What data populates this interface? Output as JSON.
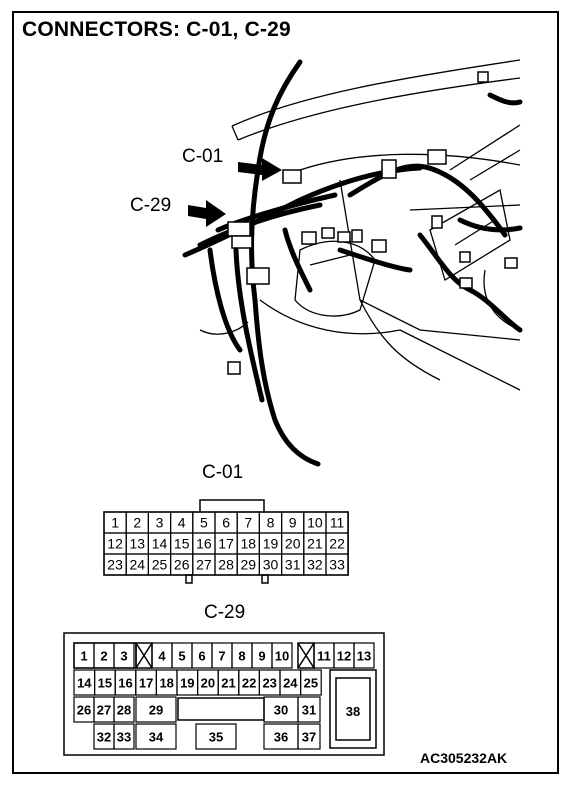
{
  "title": "CONNECTORS: C-01, C-29",
  "callouts": {
    "c01": "C-01",
    "c29": "C-29"
  },
  "c01": {
    "label": "C-01",
    "rows": [
      [
        "1",
        "2",
        "3",
        "4",
        "5",
        "6",
        "7",
        "8",
        "9",
        "10",
        "11"
      ],
      [
        "12",
        "13",
        "14",
        "15",
        "16",
        "17",
        "18",
        "19",
        "20",
        "21",
        "22"
      ],
      [
        "23",
        "24",
        "25",
        "26",
        "27",
        "28",
        "29",
        "30",
        "31",
        "32",
        "33"
      ]
    ]
  },
  "c29": {
    "label": "C-29",
    "row1": [
      "1",
      "2",
      "3",
      "4",
      "5",
      "6",
      "7",
      "8",
      "9",
      "10",
      "11",
      "12",
      "13"
    ],
    "row2": [
      "14",
      "15",
      "16",
      "17",
      "18",
      "19",
      "20",
      "21",
      "22",
      "23",
      "24",
      "25"
    ],
    "row3": [
      "26",
      "27",
      "28",
      "29",
      "30",
      "31",
      "38"
    ],
    "row4": [
      "32",
      "33",
      "34",
      "35",
      "36",
      "37"
    ]
  },
  "figure_code": "AC305232AK"
}
